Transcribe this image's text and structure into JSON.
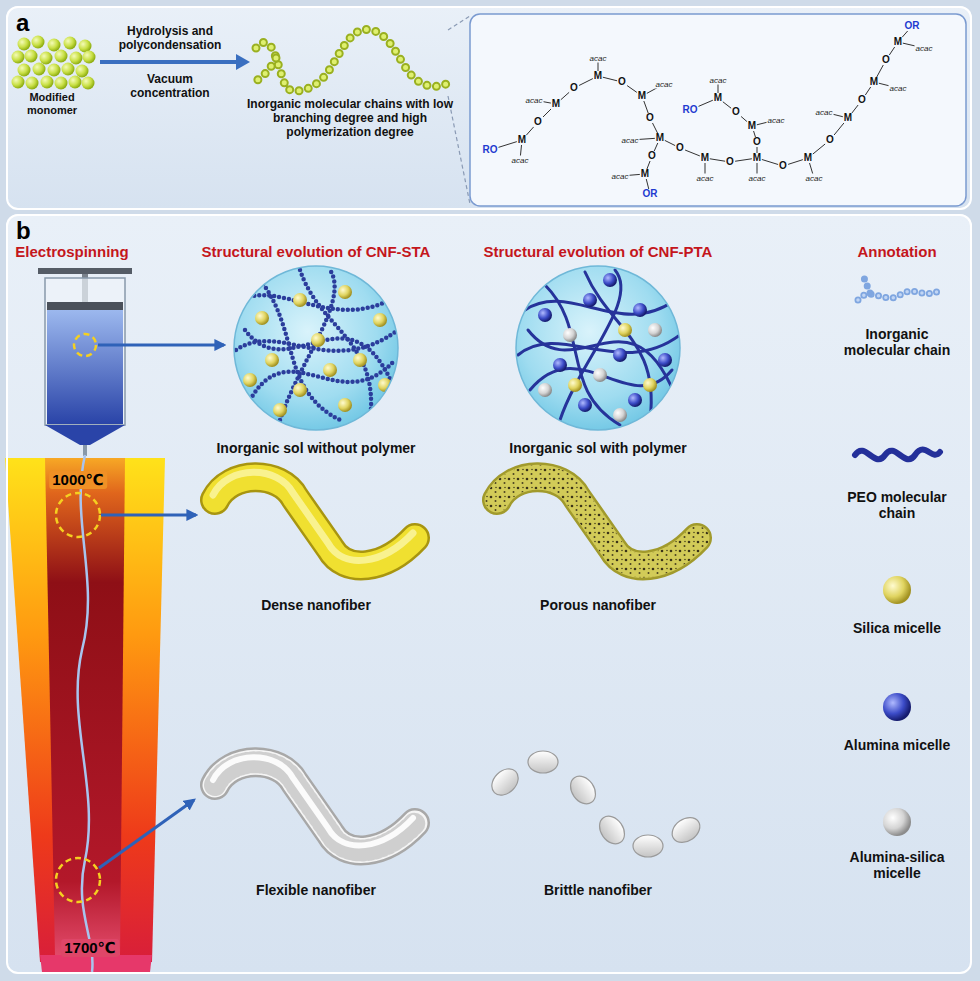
{
  "diagram": {
    "nodes": [
      {
        "text": [
          "a"
        ]
      },
      {
        "text": [
          "b"
        ]
      }
    ],
    "labels": [
      "Modified monomer",
      "Hydrolysis and polycondensation",
      "Vacuum concentration",
      "Inorganic molecular chains with low branching degree and high polymerization degree",
      "Electrospinning",
      "Structural evolution of CNF-STA",
      "Structural evolution of CNF-PTA",
      "Annotation",
      "1000℃",
      "1700℃",
      "Inorganic sol without polymer",
      "Inorganic sol with polymer",
      "Dense nanofiber",
      "Porous nanofiber",
      "Flexible nanofiber",
      "Brittle nanofiber",
      "RO",
      "M",
      "O",
      "M",
      "O",
      "M",
      "O",
      "M",
      "O",
      "M",
      "O",
      "M",
      "O",
      "M",
      "O",
      "M",
      "O",
      "M",
      "O",
      "M",
      "O",
      "M",
      "OR",
      "RO",
      "M",
      "O",
      "M",
      "O",
      "O",
      "M",
      "OR",
      "acac",
      "acac",
      "acac",
      "acac",
      "acac",
      "acac",
      "acac",
      "acac",
      "acac",
      "acac",
      "acac",
      "acac",
      "acac",
      "acac"
    ],
    "legend": [
      {
        "text": "Inorganic molecular chain"
      },
      {
        "text": "PEO molecular chain"
      },
      {
        "text": "Silica micelle"
      },
      {
        "text": "Alumina micelle"
      },
      {
        "text": "Alumina-silica micelle"
      }
    ]
  }
}
